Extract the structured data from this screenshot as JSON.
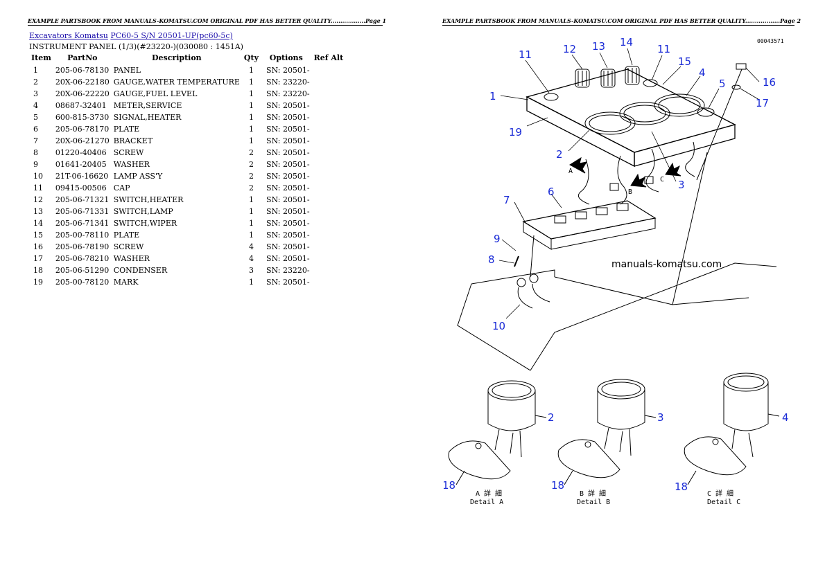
{
  "header": {
    "left_banner": "EXAMPLE PARTSBOOK FROM MANUALS-KOMATSU.COM ORIGINAL PDF HAS BETTER QUALITY..................Page 1",
    "right_banner": "EXAMPLE PARTSBOOK FROM MANUALS-KOMATSU.COM ORIGINAL PDF HAS BETTER QUALITY..................Page 2"
  },
  "breadcrumb": {
    "link1": "Excavators Komatsu",
    "link2": "PC60-5 S/N 20501-UP(pc60-5c)"
  },
  "subtitle": "INSTRUMENT PANEL (1/3)(#23220-)(030080 : 1451A)",
  "table": {
    "headers": [
      "Item",
      "PartNo",
      "Description",
      "Qty",
      "Options",
      "Ref Alt"
    ],
    "rows": [
      {
        "item": "1",
        "partno": "205-06-78130",
        "desc": "PANEL",
        "qty": "1",
        "opt": "SN: 20501-"
      },
      {
        "item": "2",
        "partno": "20X-06-22180",
        "desc": "GAUGE,WATER TEMPERATURE",
        "qty": "1",
        "opt": "SN: 23220-"
      },
      {
        "item": "3",
        "partno": "20X-06-22220",
        "desc": "GAUGE,FUEL LEVEL",
        "qty": "1",
        "opt": "SN: 23220-"
      },
      {
        "item": "4",
        "partno": "08687-32401",
        "desc": "METER,SERVICE",
        "qty": "1",
        "opt": "SN: 20501-"
      },
      {
        "item": "5",
        "partno": "600-815-3730",
        "desc": "SIGNAL,HEATER",
        "qty": "1",
        "opt": "SN: 20501-"
      },
      {
        "item": "6",
        "partno": "205-06-78170",
        "desc": "PLATE",
        "qty": "1",
        "opt": "SN: 20501-"
      },
      {
        "item": "7",
        "partno": "20X-06-21270",
        "desc": "BRACKET",
        "qty": "1",
        "opt": "SN: 20501-"
      },
      {
        "item": "8",
        "partno": "01220-40406",
        "desc": "SCREW",
        "qty": "2",
        "opt": "SN: 20501-"
      },
      {
        "item": "9",
        "partno": "01641-20405",
        "desc": "WASHER",
        "qty": "2",
        "opt": "SN: 20501-"
      },
      {
        "item": "10",
        "partno": "21T-06-16620",
        "desc": "LAMP ASS'Y",
        "qty": "2",
        "opt": "SN: 20501-"
      },
      {
        "item": "11",
        "partno": "09415-00506",
        "desc": "CAP",
        "qty": "2",
        "opt": "SN: 20501-"
      },
      {
        "item": "12",
        "partno": "205-06-71321",
        "desc": "SWITCH,HEATER",
        "qty": "1",
        "opt": "SN: 20501-"
      },
      {
        "item": "13",
        "partno": "205-06-71331",
        "desc": "SWITCH,LAMP",
        "qty": "1",
        "opt": "SN: 20501-"
      },
      {
        "item": "14",
        "partno": "205-06-71341",
        "desc": "SWITCH,WIPER",
        "qty": "1",
        "opt": "SN: 20501-"
      },
      {
        "item": "15",
        "partno": "205-00-78110",
        "desc": "PLATE",
        "qty": "1",
        "opt": "SN: 20501-"
      },
      {
        "item": "16",
        "partno": "205-06-78190",
        "desc": "SCREW",
        "qty": "4",
        "opt": "SN: 20501-"
      },
      {
        "item": "17",
        "partno": "205-06-78210",
        "desc": "WASHER",
        "qty": "4",
        "opt": "SN: 20501-"
      },
      {
        "item": "18",
        "partno": "205-06-51290",
        "desc": "CONDENSER",
        "qty": "3",
        "opt": "SN: 23220-"
      },
      {
        "item": "19",
        "partno": "205-00-78120",
        "desc": "MARK",
        "qty": "1",
        "opt": "SN: 20501-"
      }
    ]
  },
  "diagram": {
    "drawing_code": "00043571",
    "watermark": "manuals-komatsu.com",
    "arrow_letters": [
      "A",
      "B",
      "C"
    ],
    "callouts": [
      "1",
      "2",
      "3",
      "4",
      "5",
      "6",
      "7",
      "8",
      "9",
      "10",
      "11",
      "11",
      "12",
      "13",
      "14",
      "15",
      "16",
      "17",
      "18",
      "18",
      "18",
      "19"
    ],
    "detail_numbers": [
      "2",
      "3",
      "4"
    ],
    "details": [
      {
        "jp": "A 詳 細",
        "en": "Detail A"
      },
      {
        "jp": "B 詳 細",
        "en": "Detail B"
      },
      {
        "jp": "C 詳 細",
        "en": "Detail C"
      }
    ]
  }
}
